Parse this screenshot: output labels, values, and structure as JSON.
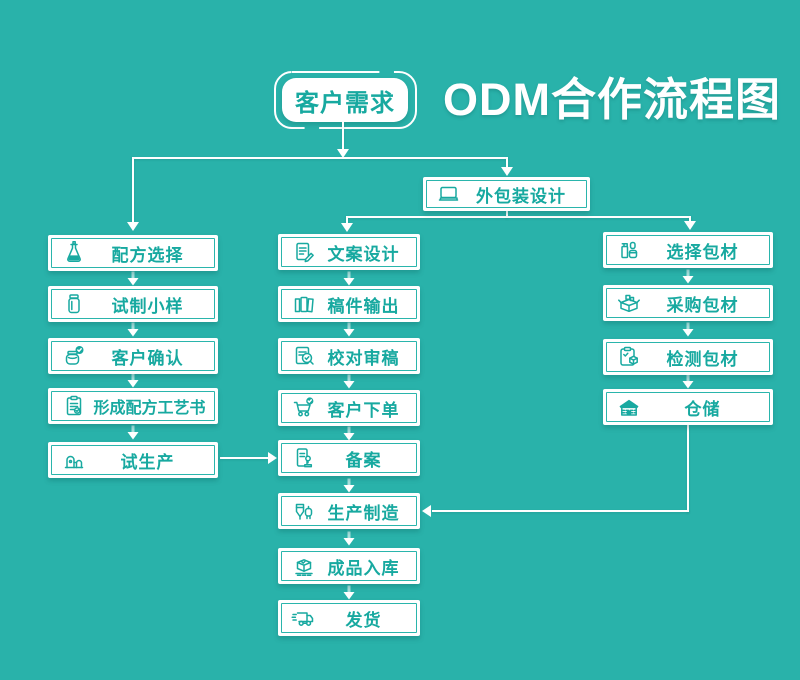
{
  "page": {
    "title": "ODM合作流程图",
    "start_label": "客户需求"
  },
  "colors": {
    "background": "#29b2aa",
    "box_fill": "#ffffff",
    "box_text": "#17a9a0",
    "connector": "#ffffff"
  },
  "flow": {
    "packaging_design": {
      "label": "外包装设计",
      "icon": "laptop-icon"
    },
    "left_column": [
      {
        "label": "配方选择",
        "icon": "flask-icon"
      },
      {
        "label": "试制小样",
        "icon": "jar-icon"
      },
      {
        "label": "客户确认",
        "icon": "jar-check-icon"
      },
      {
        "label": "形成配方工艺书",
        "icon": "clipboard-check-icon"
      },
      {
        "label": "试生产",
        "icon": "machines-icon"
      }
    ],
    "middle_column": [
      {
        "label": "文案设计",
        "icon": "doc-pencil-icon"
      },
      {
        "label": "稿件输出",
        "icon": "folders-icon"
      },
      {
        "label": "校对审稿",
        "icon": "doc-magnifier-icon"
      },
      {
        "label": "客户下单",
        "icon": "cart-check-icon"
      },
      {
        "label": "备案",
        "icon": "doc-stamp-icon"
      },
      {
        "label": "生产制造",
        "icon": "tanks-icon"
      },
      {
        "label": "成品入库",
        "icon": "box-check-icon"
      },
      {
        "label": "发货",
        "icon": "truck-icon"
      }
    ],
    "right_column": [
      {
        "label": "选择包材",
        "icon": "bottles-icon"
      },
      {
        "label": "采购包材",
        "icon": "open-box-icon"
      },
      {
        "label": "检测包材",
        "icon": "clipboard-box-icon"
      },
      {
        "label": "仓储",
        "icon": "warehouse-icon"
      }
    ]
  }
}
